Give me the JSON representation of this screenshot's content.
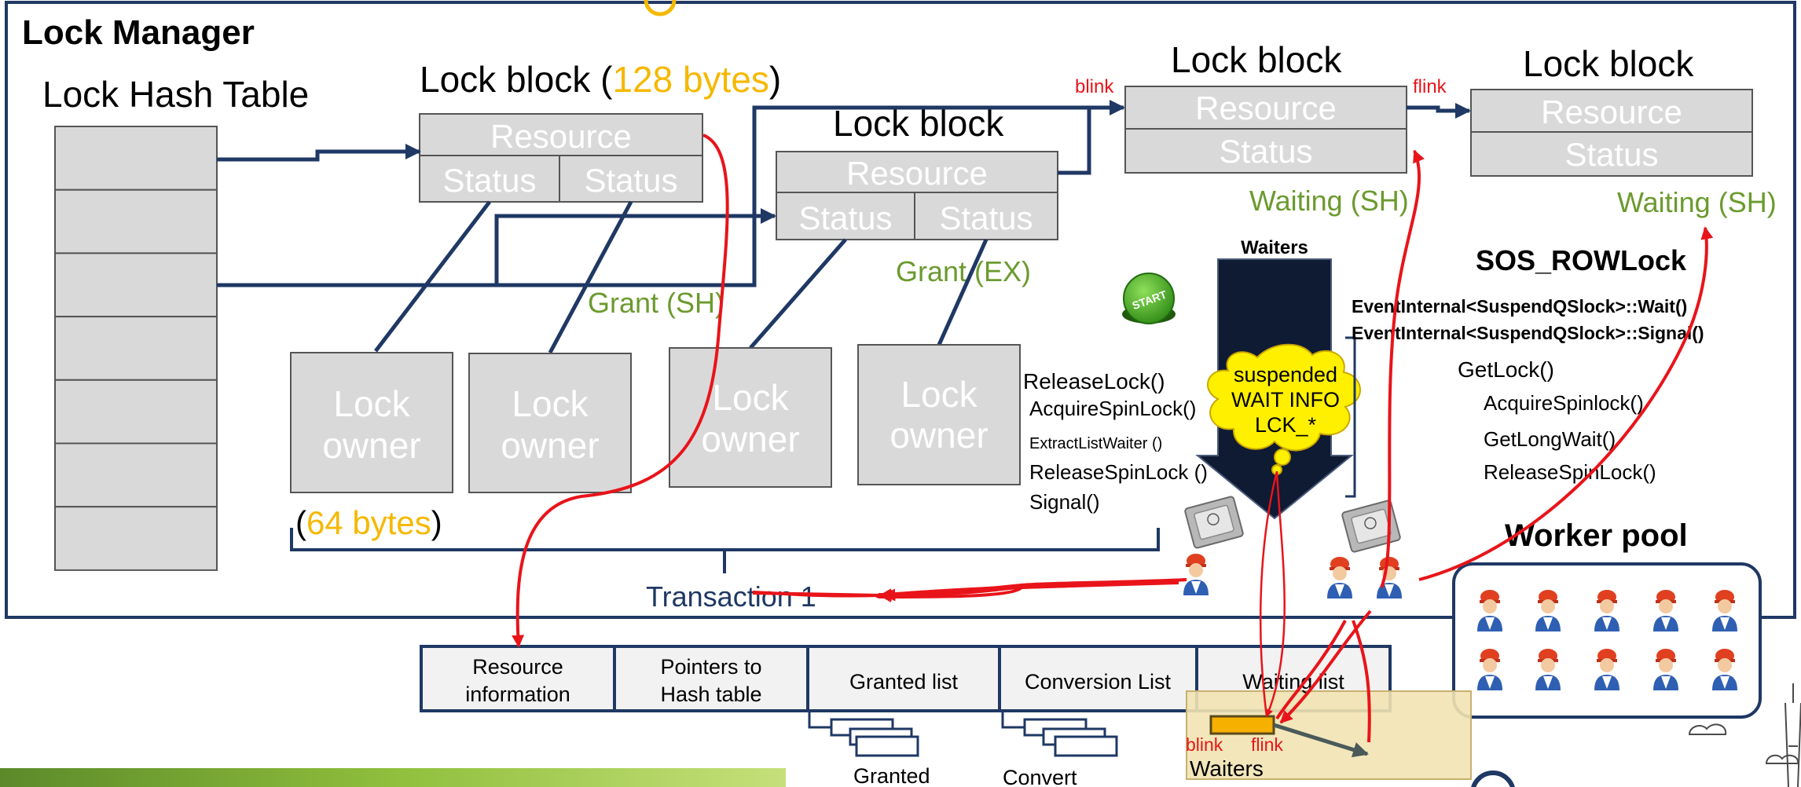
{
  "title": "Lock Manager",
  "hash_table": {
    "label": "Lock Hash Table",
    "rows": 7
  },
  "lock_block_1": {
    "label": "Lock block (",
    "size": "128 bytes",
    "close": ")",
    "resource": "Resource",
    "status_left": "Status",
    "status_right": "Status",
    "grant": "Grant (SH)"
  },
  "lock_block_2": {
    "label": "Lock block",
    "resource": "Resource",
    "status_left": "Status",
    "status_right": "Status",
    "grant": "Grant (EX)"
  },
  "lock_block_3": {
    "label": "Lock block",
    "resource": "Resource",
    "status": "Status",
    "waiting": "Waiting (SH)"
  },
  "lock_block_4": {
    "label": "Lock block",
    "resource": "Resource",
    "status": "Status",
    "waiting": "Waiting (SH)"
  },
  "links": {
    "blink": "blink",
    "flink": "flink"
  },
  "lock_owners": [
    {
      "line1": "Lock",
      "line2": "owner"
    },
    {
      "line1": "Lock",
      "line2": "owner"
    },
    {
      "line1": "Lock",
      "line2": "owner"
    },
    {
      "line1": "Lock",
      "line2": "owner"
    }
  ],
  "owner_size": {
    "open": "(",
    "size": "64 bytes",
    "close": ")"
  },
  "transaction": "Transaction 1",
  "release_calls": [
    "ReleaseLock()",
    "AcquireSpinLock()",
    "ExtractListWaiter ()",
    "ReleaseSpinLock ()",
    "Signal()"
  ],
  "waiters_label": "Waiters",
  "start_button": "START",
  "bubble": {
    "line1": "suspended",
    "line2": "WAIT INFO",
    "line3": "LCK_*"
  },
  "sos": {
    "title": "SOS_ROWLock",
    "wait": "EventInternal<SuspendQSlock>::Wait()",
    "signal": "EventInternal<SuspendQSlock>::Signal()"
  },
  "get_calls": [
    "GetLock()",
    "AcquireSpinlock()",
    "GetLongWait()",
    "ReleaseSpinLock()"
  ],
  "worker_pool": "Worker pool",
  "resource_table": {
    "cells": [
      {
        "line1": "Resource",
        "line2": "information"
      },
      {
        "line1": "Pointers to",
        "line2": "Hash table"
      },
      {
        "line1": "Granted list",
        "line2": ""
      },
      {
        "line1": "Conversion List",
        "line2": ""
      },
      {
        "line1": "Waiting list",
        "line2": ""
      }
    ]
  },
  "granted_label": "Granted",
  "convert_label": "Convert",
  "waiters_box": {
    "blink": "blink",
    "flink": "flink",
    "label": "Waiters"
  },
  "colors": {
    "navy": "#1f3864",
    "orange": "#f5b800",
    "green": "#6b9a2e",
    "red": "#e8141a",
    "box_fill": "#d9d9d9"
  }
}
